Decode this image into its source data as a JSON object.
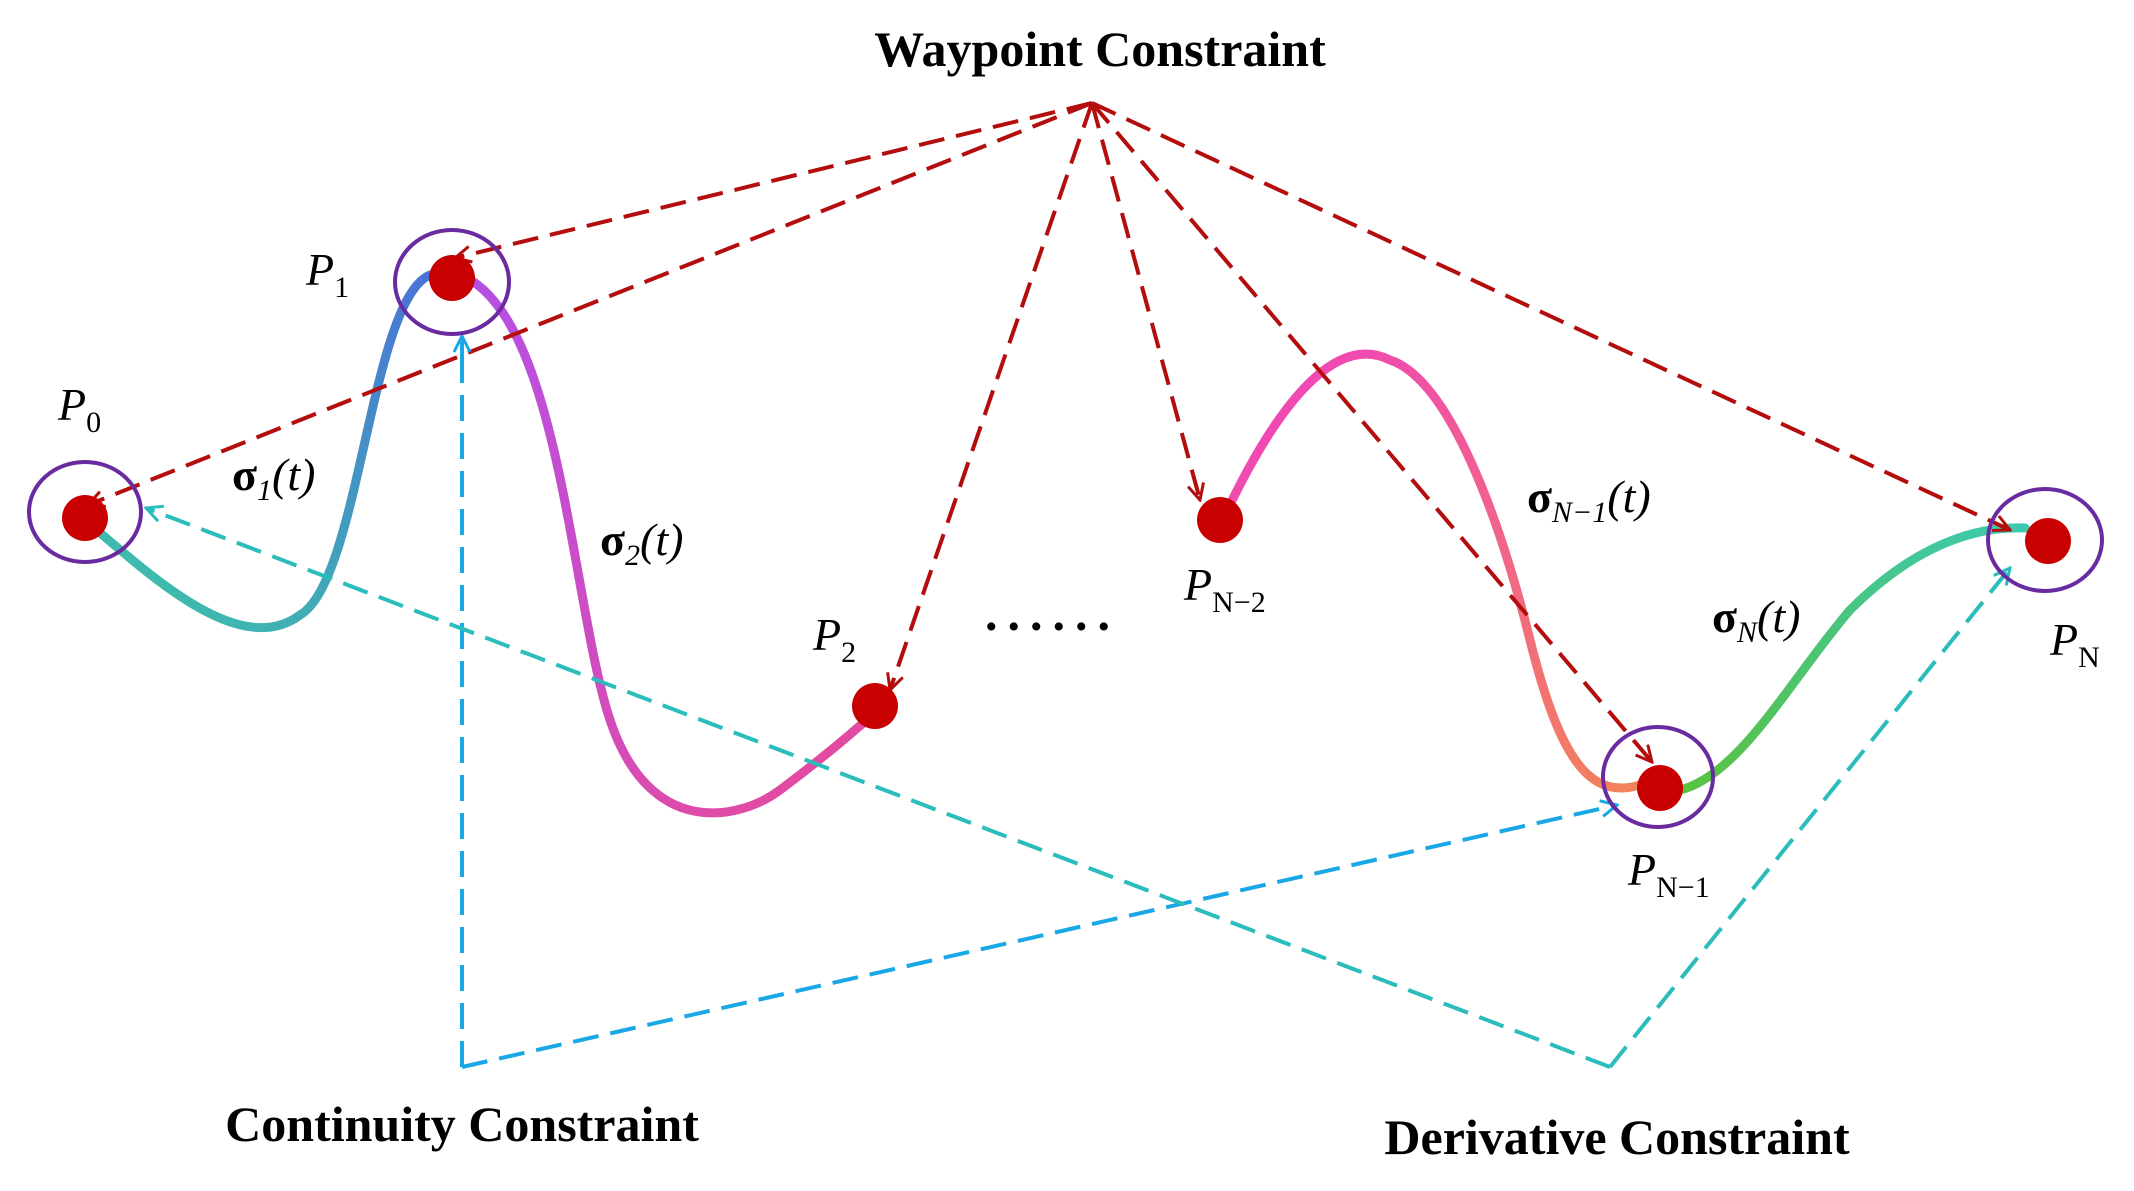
{
  "headings": {
    "waypoint": "Waypoint Constraint",
    "continuity": "Continuity Constraint",
    "derivative": "Derivative Constraint"
  },
  "points": {
    "p0": {
      "base": "P",
      "sub": "0"
    },
    "p1": {
      "base": "P",
      "sub": "1"
    },
    "p2": {
      "base": "P",
      "sub": "2"
    },
    "pn2": {
      "base": "P",
      "sub": "N−2"
    },
    "pn1": {
      "base": "P",
      "sub": "N−1"
    },
    "pn": {
      "base": "P",
      "sub": "N"
    }
  },
  "segments": {
    "s1": {
      "sym": "σ",
      "sub": "1",
      "arg": "(t)"
    },
    "s2": {
      "sym": "σ",
      "sub": "2",
      "arg": "(t)"
    },
    "sn1": {
      "sym": "σ",
      "sub": "N−1",
      "arg": "(t)"
    },
    "sn": {
      "sym": "σ",
      "sub": "N",
      "arg": "(t)"
    }
  },
  "ellipsis": "......",
  "colors": {
    "waypoint_arrows": "#b30d0d",
    "continuity_arrows": "#1aa7e6",
    "derivative_arrows": "#2bbcbc",
    "waypoint_dot": "#c80000",
    "constraint_ring": "#6a2aa0"
  }
}
